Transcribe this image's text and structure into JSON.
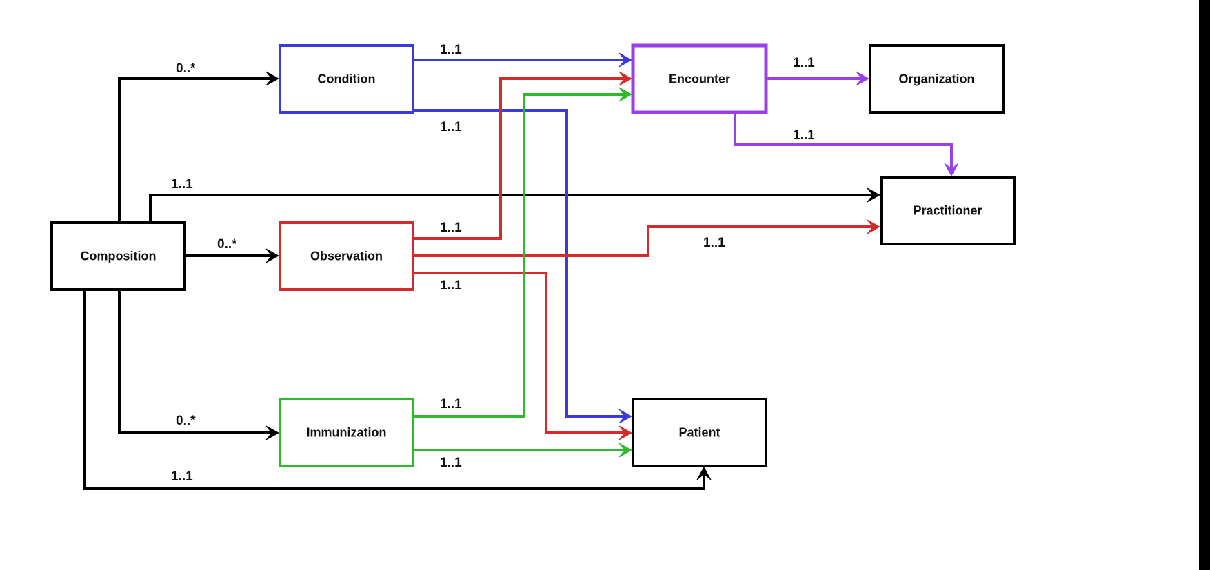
{
  "nodes": [
    {
      "id": "composition",
      "label": "Composition",
      "color": "#000000"
    },
    {
      "id": "condition",
      "label": "Condition",
      "color": "#3b3bdc"
    },
    {
      "id": "observation",
      "label": "Observation",
      "color": "#d42a2a"
    },
    {
      "id": "immunization",
      "label": "Immunization",
      "color": "#2dbb2d"
    },
    {
      "id": "encounter",
      "label": "Encounter",
      "color": "#9b3fe6"
    },
    {
      "id": "organization",
      "label": "Organization",
      "color": "#000000"
    },
    {
      "id": "practitioner",
      "label": "Practitioner",
      "color": "#000000"
    },
    {
      "id": "patient",
      "label": "Patient",
      "color": "#000000"
    }
  ],
  "edges": [
    {
      "id": "composition-condition",
      "from": "composition",
      "to": "condition",
      "multiplicity": "0..*",
      "color": "#000000"
    },
    {
      "id": "composition-observation",
      "from": "composition",
      "to": "observation",
      "multiplicity": "0..*",
      "color": "#000000"
    },
    {
      "id": "composition-immunization",
      "from": "composition",
      "to": "immunization",
      "multiplicity": "0..*",
      "color": "#000000"
    },
    {
      "id": "composition-practitioner",
      "from": "composition",
      "to": "practitioner",
      "multiplicity": "1..1",
      "color": "#000000"
    },
    {
      "id": "composition-patient",
      "from": "composition",
      "to": "patient",
      "multiplicity": "1..1",
      "color": "#000000"
    },
    {
      "id": "condition-encounter",
      "from": "condition",
      "to": "encounter",
      "multiplicity": "1..1",
      "color": "#3b3bdc"
    },
    {
      "id": "condition-patient",
      "from": "condition",
      "to": "patient",
      "multiplicity": "1..1",
      "color": "#3b3bdc"
    },
    {
      "id": "observation-encounter",
      "from": "observation",
      "to": "encounter",
      "multiplicity": "1..1",
      "color": "#d42a2a"
    },
    {
      "id": "observation-practitioner",
      "from": "observation",
      "to": "practitioner",
      "multiplicity": "1..1",
      "color": "#d42a2a"
    },
    {
      "id": "observation-patient",
      "from": "observation",
      "to": "patient",
      "multiplicity": "1..1",
      "color": "#d42a2a"
    },
    {
      "id": "immunization-encounter",
      "from": "immunization",
      "to": "encounter",
      "multiplicity": "1..1",
      "color": "#2dbb2d"
    },
    {
      "id": "immunization-patient",
      "from": "immunization",
      "to": "patient",
      "multiplicity": "1..1",
      "color": "#2dbb2d"
    },
    {
      "id": "encounter-organization",
      "from": "encounter",
      "to": "organization",
      "multiplicity": "1..1",
      "color": "#9b3fe6"
    },
    {
      "id": "encounter-practitioner",
      "from": "encounter",
      "to": "practitioner",
      "multiplicity": "1..1",
      "color": "#9b3fe6"
    }
  ]
}
